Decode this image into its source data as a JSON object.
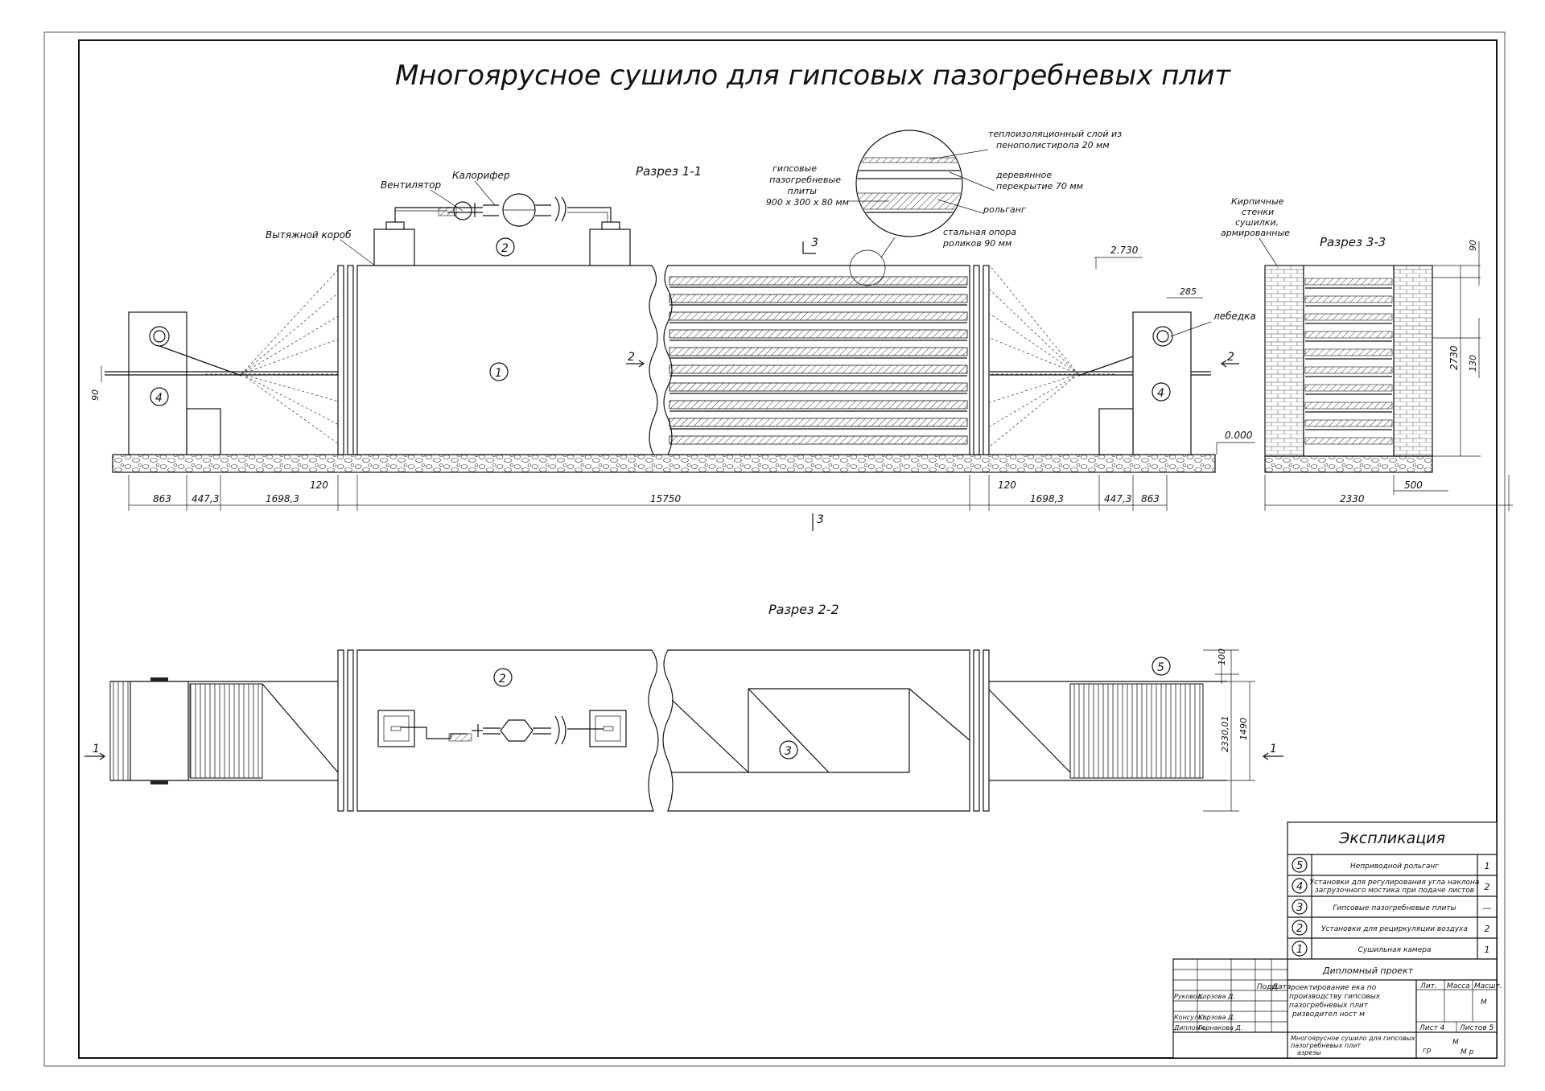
{
  "drawing": {
    "title": "Многоярусное сушило для гипсовых пазогребневых плит",
    "section_1": "Разрез 1-1",
    "section_2": "Разрез 2-2",
    "section_3": "Разрез 3-3"
  },
  "labels": {
    "fan": "Вентилятор",
    "heater": "Калорифер",
    "exhaust": "Вытяжной короб",
    "plates_1": "гипсовые",
    "plates_2": "пазогребневые",
    "plates_3": "плиты",
    "plates_4": "900 x 300 x 80  мм",
    "insul_1": "теплоизоляционный слой из",
    "insul_2": "пенополистирола 20 мм",
    "wood_1": "деревянное",
    "wood_2": "перекрытие 70 мм",
    "roller": "рольганг",
    "support_1": "стальная опора",
    "support_2": "роликов 90 мм",
    "brick_1": "Кирпичные",
    "brick_2": "стенки",
    "brick_3": "сушилки,",
    "brick_4": "армированные",
    "winch": "лебедка",
    "mark_3a": "3",
    "mark_3b": "3",
    "mark_2a": "2",
    "mark_2b": "2",
    "mark_1a": "1",
    "mark_1b": "1"
  },
  "positions": {
    "p1": "1",
    "p2a": "2",
    "p2b": "2",
    "p3": "3",
    "p4a": "4",
    "p4b": "4",
    "p5": "5"
  },
  "dimensions": {
    "d863a": "863",
    "d447a": "447,3",
    "d1698a": "1698,3",
    "d120a": "120",
    "d15750": "15750",
    "d120b": "120",
    "d1698b": "1698,3",
    "d447b": "447,3",
    "d863b": "863",
    "d2330": "2330",
    "d500": "500",
    "d285": "285",
    "d90v": "90",
    "d90r": "90",
    "d130": "130",
    "d2730v": "2730",
    "lvl_top": "2.730",
    "lvl_zero": "0.000",
    "d100": "100",
    "d1490": "1490",
    "d2330_01": "2330,01"
  },
  "explication": {
    "title": "Экспликация",
    "rows": [
      {
        "num": "5",
        "name_1": "Неприводной рольганг",
        "name_2": "",
        "qty": "1"
      },
      {
        "num": "4",
        "name_1": "Установки для регулирования угла наклона",
        "name_2": "загрузочного мостика при подаче листов",
        "qty": "2"
      },
      {
        "num": "3",
        "name_1": "Гипсовые пазогребневые плиты",
        "name_2": "",
        "qty": "—"
      },
      {
        "num": "2",
        "name_1": "Установки для рециркуляции воздуха",
        "name_2": "",
        "qty": "2"
      },
      {
        "num": "1",
        "name_1": "Сушильная камера",
        "name_2": "",
        "qty": "1"
      }
    ]
  },
  "stamp": {
    "project": "Дипломный проект",
    "col_sign": "Подп.",
    "col_date": "Дата",
    "role_1": "Руковод.",
    "name_1": "Корзова Д.",
    "role_2": "Консульт.",
    "name_2": "Корзова Д.",
    "role_3": "Дипломн.",
    "name_3": "Горнакова Д.",
    "desc_1": "роектирование  ека по",
    "desc_2": "производству гипсовых",
    "desc_3": "пазогребневых плит",
    "desc_4": "ризводител  ност          м",
    "lit": "Лит.",
    "mass": "Масса",
    "scale": "Масшт.",
    "m": "М",
    "sheet": "Лист  4",
    "sheets": "Листов  5",
    "sheet_title_1": "Многоярусное сушило для гипсовых",
    "sheet_title_2": "пазогребневых плит",
    "sheet_title_3": "азрезы",
    "gr": "гр",
    "org_m1": "М",
    "org_m2": "М  р"
  }
}
